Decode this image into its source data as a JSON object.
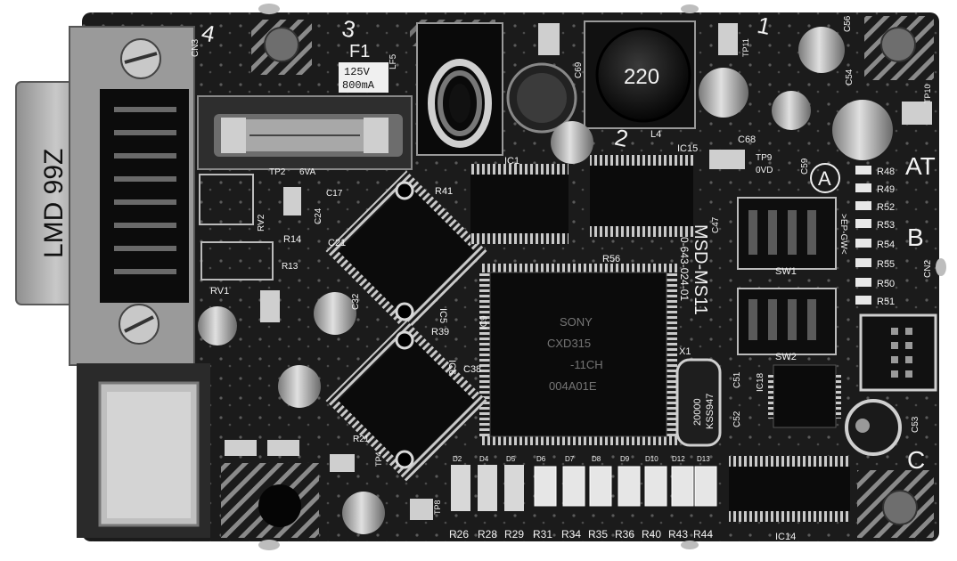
{
  "board": {
    "model": "MSD-MS11",
    "part_number": "0-643-024-01",
    "connector_label": "LMD 99Z"
  },
  "silkscreen": {
    "corners": {
      "tl": "4",
      "top_mid": "3",
      "tr": "1",
      "mid": "2"
    },
    "letters": {
      "a": "A",
      "at": "AT",
      "b": "B",
      "c": "C"
    },
    "fuse": {
      "name": "F1",
      "rating_v": "125V",
      "rating_a": "800mA"
    },
    "inductor_main": "220",
    "chip_main": {
      "brand": "SONY",
      "line1": "CXD315",
      "line2": "-11CH",
      "line3": "004A01E"
    },
    "crystal": {
      "line1": "20000",
      "line2": "KSS947"
    },
    "refs": {
      "cn3": "CN3",
      "cn2": "CN2",
      "lf5": "LF5",
      "c69": "C69",
      "l4": "L4",
      "c68": "C68",
      "c59": "C59",
      "c56": "C56",
      "c54": "C54",
      "tp11": "TP11",
      "tp10": "TP10",
      "tp9": "TP9",
      "tp9_val": "0VD",
      "tp2": "TP2",
      "tp2_val": "6VA",
      "ic15": "IC15",
      "ic1": "IC1",
      "c47": "C47",
      "r56": "R56",
      "ic9": "IC9",
      "ic5": "IC5",
      "ic6": "IC6",
      "r39": "R39",
      "c38": "C38",
      "r41": "R41",
      "r14": "R14",
      "r13": "R13",
      "rv1": "RV1",
      "rv2": "RV2",
      "c21": "C21",
      "c24": "C24",
      "c17": "C17",
      "c32": "C32",
      "r21": "R21",
      "tp4": "TP4",
      "tp8": "TP8",
      "x1": "X1",
      "c51": "C51",
      "c52": "C52",
      "c53": "C53",
      "ic18": "IC18",
      "sw1": "SW1",
      "sw2": "SW2",
      "ic14": "IC14",
      "ep_gw": ">EP-GW<"
    },
    "resistor_col": [
      "R48",
      "R49",
      "R52",
      "R53",
      "R54",
      "R55",
      "R50",
      "R51"
    ],
    "bottom_refs": [
      "R26",
      "R28",
      "R29",
      "R31",
      "R34",
      "R35",
      "R36",
      "R40",
      "R43",
      "R44"
    ],
    "diode_refs": [
      "D2",
      "D4",
      "D5",
      "D6",
      "D7",
      "D8",
      "D9",
      "D10",
      "D12",
      "D13"
    ]
  },
  "colors": {
    "pcb": "#1b1b1b",
    "pcb_dark": "#0d0d0d",
    "silk": "#eeeeee",
    "metal": "#a9a9a9",
    "metal_dark": "#6f6f6f",
    "mount_hole": "#6e6e6e",
    "led": "#e6e6e6"
  }
}
